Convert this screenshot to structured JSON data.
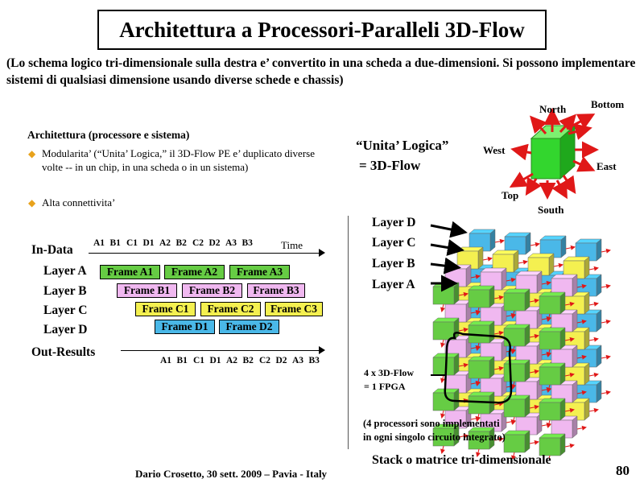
{
  "slide": {
    "title": "Architettura a Processori-Paralleli 3D-Flow",
    "subtitle": "(Lo schema logico tri-dimensionale  sulla destra e’ convertito in una scheda a due-dimensioni.  Si possono implementare  sistemi di qualsiasi  dimensione  usando diverse schede  e chassis)",
    "arch_heading": "Architettura (processore e sistema)",
    "bullets": [
      "Modularita’ (“Unita’ Logica,” il 3D-Flow PE e’ duplicato diverse volte -- in un chip, in una scheda o in un sistema)",
      "Alta connettivita’"
    ],
    "bullet_glyph": "◆",
    "bullet_color": "#e8a21c",
    "unit_label_line1": "“Unita’ Logica”",
    "unit_label_line2": "=   3D-Flow",
    "directions": {
      "north": "North",
      "bottom": "Bottom",
      "west": "West",
      "east": "East",
      "top": "Top",
      "south": "South"
    },
    "timing": {
      "in_label": "In-Data",
      "out_label": "Out-Results",
      "time_label": "Time",
      "in_ticks": [
        "A1",
        "B1",
        "C1",
        "D1",
        "A2",
        "B2",
        "C2",
        "D2",
        "A3",
        "B3"
      ],
      "out_ticks": [
        "A1",
        "B1",
        "C1",
        "D1",
        "A2",
        "B2",
        "C2",
        "D2",
        "A3",
        "B3"
      ],
      "layers": [
        {
          "name": "Layer A",
          "color": "#66cc44",
          "frames": [
            "Frame A1",
            "Frame A2",
            "Frame A3"
          ]
        },
        {
          "name": "Layer B",
          "color": "#f0b8f0",
          "frames": [
            "Frame B1",
            "Frame B2",
            "Frame B3"
          ]
        },
        {
          "name": "Layer C",
          "color": "#f4f050",
          "frames": [
            "Frame C1",
            "Frame C2",
            "Frame C3"
          ]
        },
        {
          "name": "Layer D",
          "color": "#4ab8e8",
          "frames": [
            "Frame D1",
            "Frame D2"
          ]
        }
      ]
    },
    "stack_layers": [
      "Layer D",
      "Layer C",
      "Layer B",
      "Layer A"
    ],
    "fpga_note_1": "4 x 3D-Flow",
    "fpga_note_2": "= 1 FPGA",
    "impl_note_1": "(4 processori sono implementati",
    "impl_note_2": "in ogni singolo circuito integrato)",
    "stack_caption": "Stack o matrice tri-dimensionale",
    "footer": "Dario Crosetto, 30 sett. 2009 – Pavia - Italy",
    "page_number": "80"
  }
}
